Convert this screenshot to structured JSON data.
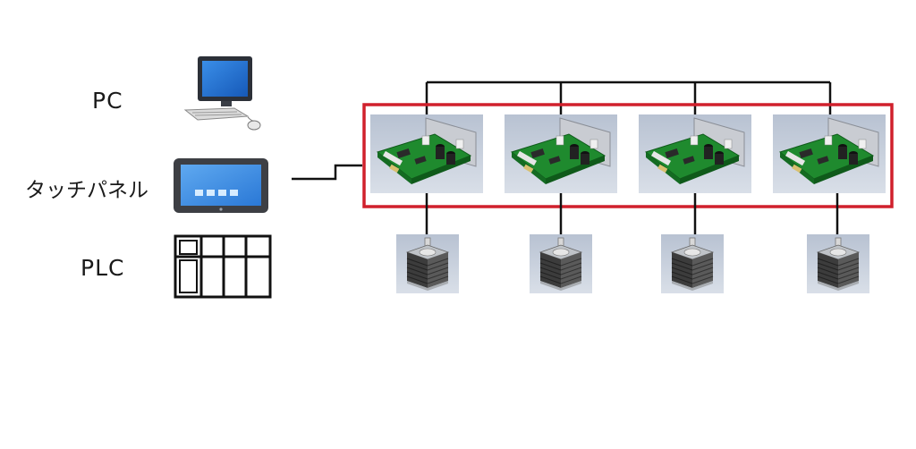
{
  "devices": [
    {
      "label": "PC",
      "icon": "desktop-computer-icon"
    },
    {
      "label": "タッチパネル",
      "icon": "touch-panel-icon"
    },
    {
      "label": "PLC",
      "icon": "plc-rack-icon"
    }
  ],
  "drivers": {
    "count": 4,
    "icon": "motor-driver-board-icon",
    "group_border_color": "#d0202c"
  },
  "motors": {
    "count": 4,
    "icon": "stepper-motor-icon"
  }
}
